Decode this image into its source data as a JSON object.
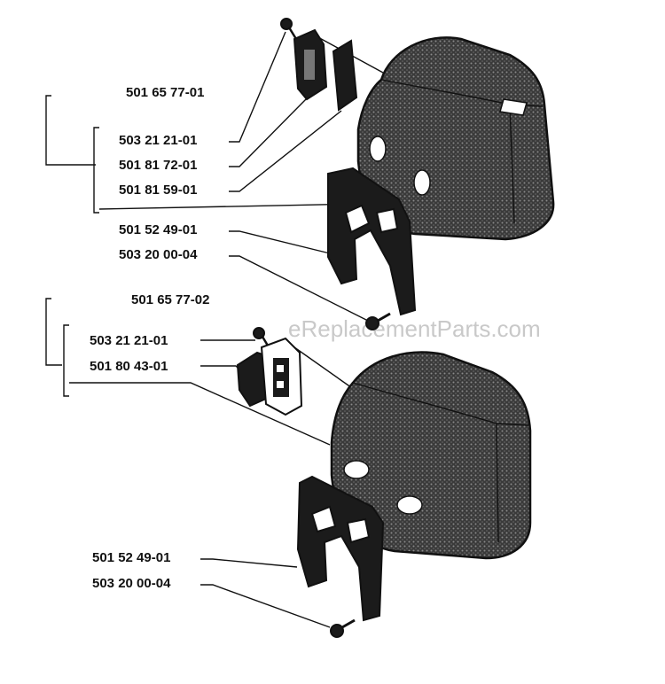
{
  "watermark": "eReplacementParts.com",
  "assemblies": [
    {
      "kit": "501 65 77-01",
      "parts": [
        "503 21 21-01",
        "501 81 72-01",
        "501 81 59-01",
        "501 52 49-01",
        "503 20 00-04"
      ]
    },
    {
      "kit": "501 65 77-02",
      "parts": [
        "503 21 21-01",
        "501 80 43-01",
        "501 52 49-01",
        "503 20 00-04"
      ]
    }
  ]
}
